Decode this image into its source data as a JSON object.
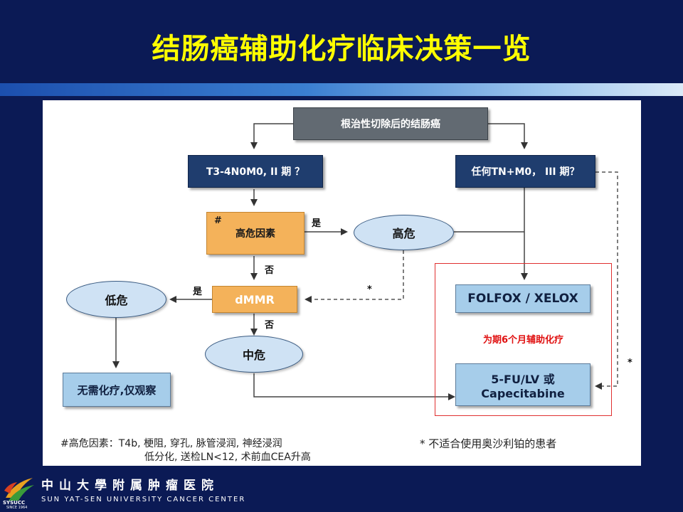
{
  "title": "结肠癌辅助化疗临床决策一览",
  "nodes": {
    "root": "根治性切除后的结肠癌",
    "stage2": "T3-4N0M0, II 期 ？",
    "stage3": "任何TN+M0， III 期？",
    "risk_marker": "#",
    "risk_factors": "高危因素",
    "high_risk": "高危",
    "dmmr": "dMMR",
    "low_risk": "低危",
    "mid_risk": "中危",
    "no_chemo": "无需化疗,仅观察",
    "folfox": "FOLFOX / XELOX",
    "fu_lv_line1": "5-FU/LV 或",
    "fu_lv_line2": "Capecitabine"
  },
  "edge_labels": {
    "yes1": "是",
    "no1": "否",
    "yes2": "是",
    "no2": "否",
    "star1": "*",
    "star2": "*"
  },
  "duration_note": "为期6个月辅助化疗",
  "footnotes": {
    "risk_line1": "#高危因素：T4b, 梗阻, 穿孔, 脉管浸润, 神经浸润",
    "risk_line2": "低分化, 送检LN<12, 术前血CEA升高",
    "star_note": "* 不适合使用奥沙利铂的患者"
  },
  "footer": {
    "cn": "中山大學附属肿瘤医院",
    "en": "SUN YAT-SEN UNIVERSITY CANCER CENTER",
    "logo_text": "SYSUCC",
    "logo_sub": "SINCE 1964"
  },
  "colors": {
    "background": "#0b1a55",
    "title": "#ffff00",
    "navy_box": "#1f3d6e",
    "orange_box": "#f4b25a",
    "lightblue_box": "#a6cdea",
    "highlight": "#e01010"
  }
}
